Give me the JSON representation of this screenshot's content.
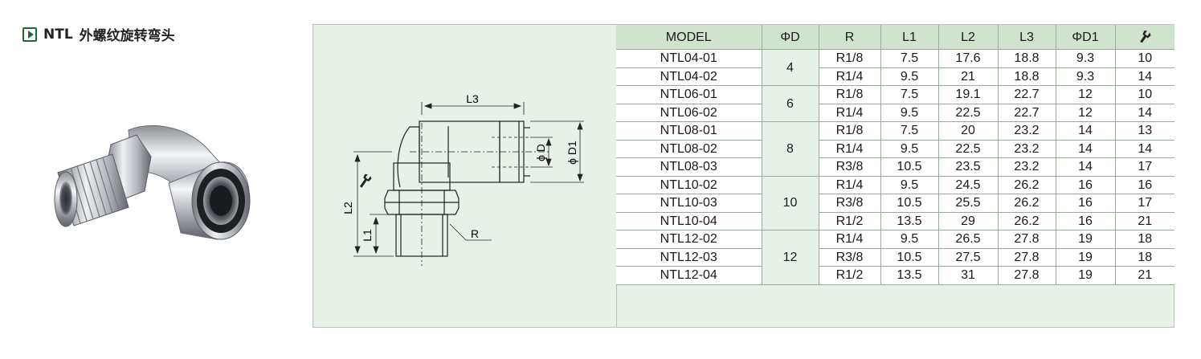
{
  "heading": {
    "code": "NTL",
    "name": "外螺纹旋转弯头"
  },
  "drawing": {
    "l3": "L3",
    "l2": "L2",
    "l1": "L1",
    "d": "ϕ D",
    "d1": "ϕ D1",
    "r": "R"
  },
  "table": {
    "headers": [
      "MODEL",
      "ΦD",
      "R",
      "L1",
      "L2",
      "L3",
      "ΦD1"
    ],
    "last_header_icon": "wrench-icon",
    "groups": [
      {
        "d": "4",
        "rows": [
          {
            "model": "NTL04-01",
            "r": "R1/8",
            "l1": "7.5",
            "l2": "17.6",
            "l3": "18.8",
            "d1": "9.3",
            "w": "10"
          },
          {
            "model": "NTL04-02",
            "r": "R1/4",
            "l1": "9.5",
            "l2": "21",
            "l3": "18.8",
            "d1": "9.3",
            "w": "14"
          }
        ]
      },
      {
        "d": "6",
        "rows": [
          {
            "model": "NTL06-01",
            "r": "R1/8",
            "l1": "7.5",
            "l2": "19.1",
            "l3": "22.7",
            "d1": "12",
            "w": "10"
          },
          {
            "model": "NTL06-02",
            "r": "R1/4",
            "l1": "9.5",
            "l2": "22.5",
            "l3": "22.7",
            "d1": "12",
            "w": "14"
          }
        ]
      },
      {
        "d": "8",
        "rows": [
          {
            "model": "NTL08-01",
            "r": "R1/8",
            "l1": "7.5",
            "l2": "20",
            "l3": "23.2",
            "d1": "14",
            "w": "13"
          },
          {
            "model": "NTL08-02",
            "r": "R1/4",
            "l1": "9.5",
            "l2": "22.5",
            "l3": "23.2",
            "d1": "14",
            "w": "14"
          },
          {
            "model": "NTL08-03",
            "r": "R3/8",
            "l1": "10.5",
            "l2": "23.5",
            "l3": "23.2",
            "d1": "14",
            "w": "17"
          }
        ]
      },
      {
        "d": "10",
        "rows": [
          {
            "model": "NTL10-02",
            "r": "R1/4",
            "l1": "9.5",
            "l2": "24.5",
            "l3": "26.2",
            "d1": "16",
            "w": "16"
          },
          {
            "model": "NTL10-03",
            "r": "R3/8",
            "l1": "10.5",
            "l2": "25.5",
            "l3": "26.2",
            "d1": "16",
            "w": "17"
          },
          {
            "model": "NTL10-04",
            "r": "R1/2",
            "l1": "13.5",
            "l2": "29",
            "l3": "26.2",
            "d1": "16",
            "w": "21"
          }
        ]
      },
      {
        "d": "12",
        "rows": [
          {
            "model": "NTL12-02",
            "r": "R1/4",
            "l1": "9.5",
            "l2": "26.5",
            "l3": "27.8",
            "d1": "19",
            "w": "18"
          },
          {
            "model": "NTL12-03",
            "r": "R3/8",
            "l1": "10.5",
            "l2": "27.5",
            "l3": "27.8",
            "d1": "19",
            "w": "18"
          },
          {
            "model": "NTL12-04",
            "r": "R1/2",
            "l1": "13.5",
            "l2": "31",
            "l3": "27.8",
            "d1": "19",
            "w": "21"
          }
        ]
      }
    ]
  }
}
